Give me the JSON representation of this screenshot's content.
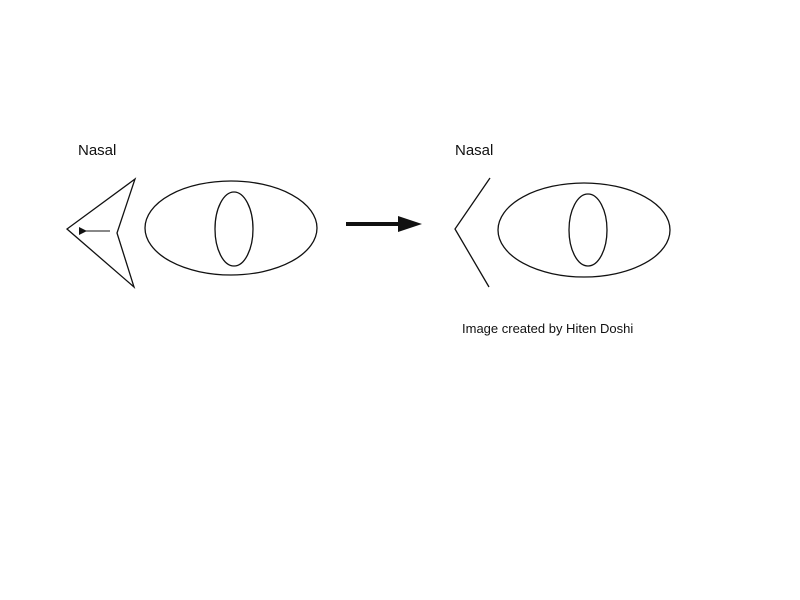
{
  "labels": {
    "left_nasal": "Nasal",
    "right_nasal": "Nasal",
    "credit": "Image created by Hiten Doshi"
  },
  "colors": {
    "stroke": "#111111",
    "background": "#ffffff"
  }
}
